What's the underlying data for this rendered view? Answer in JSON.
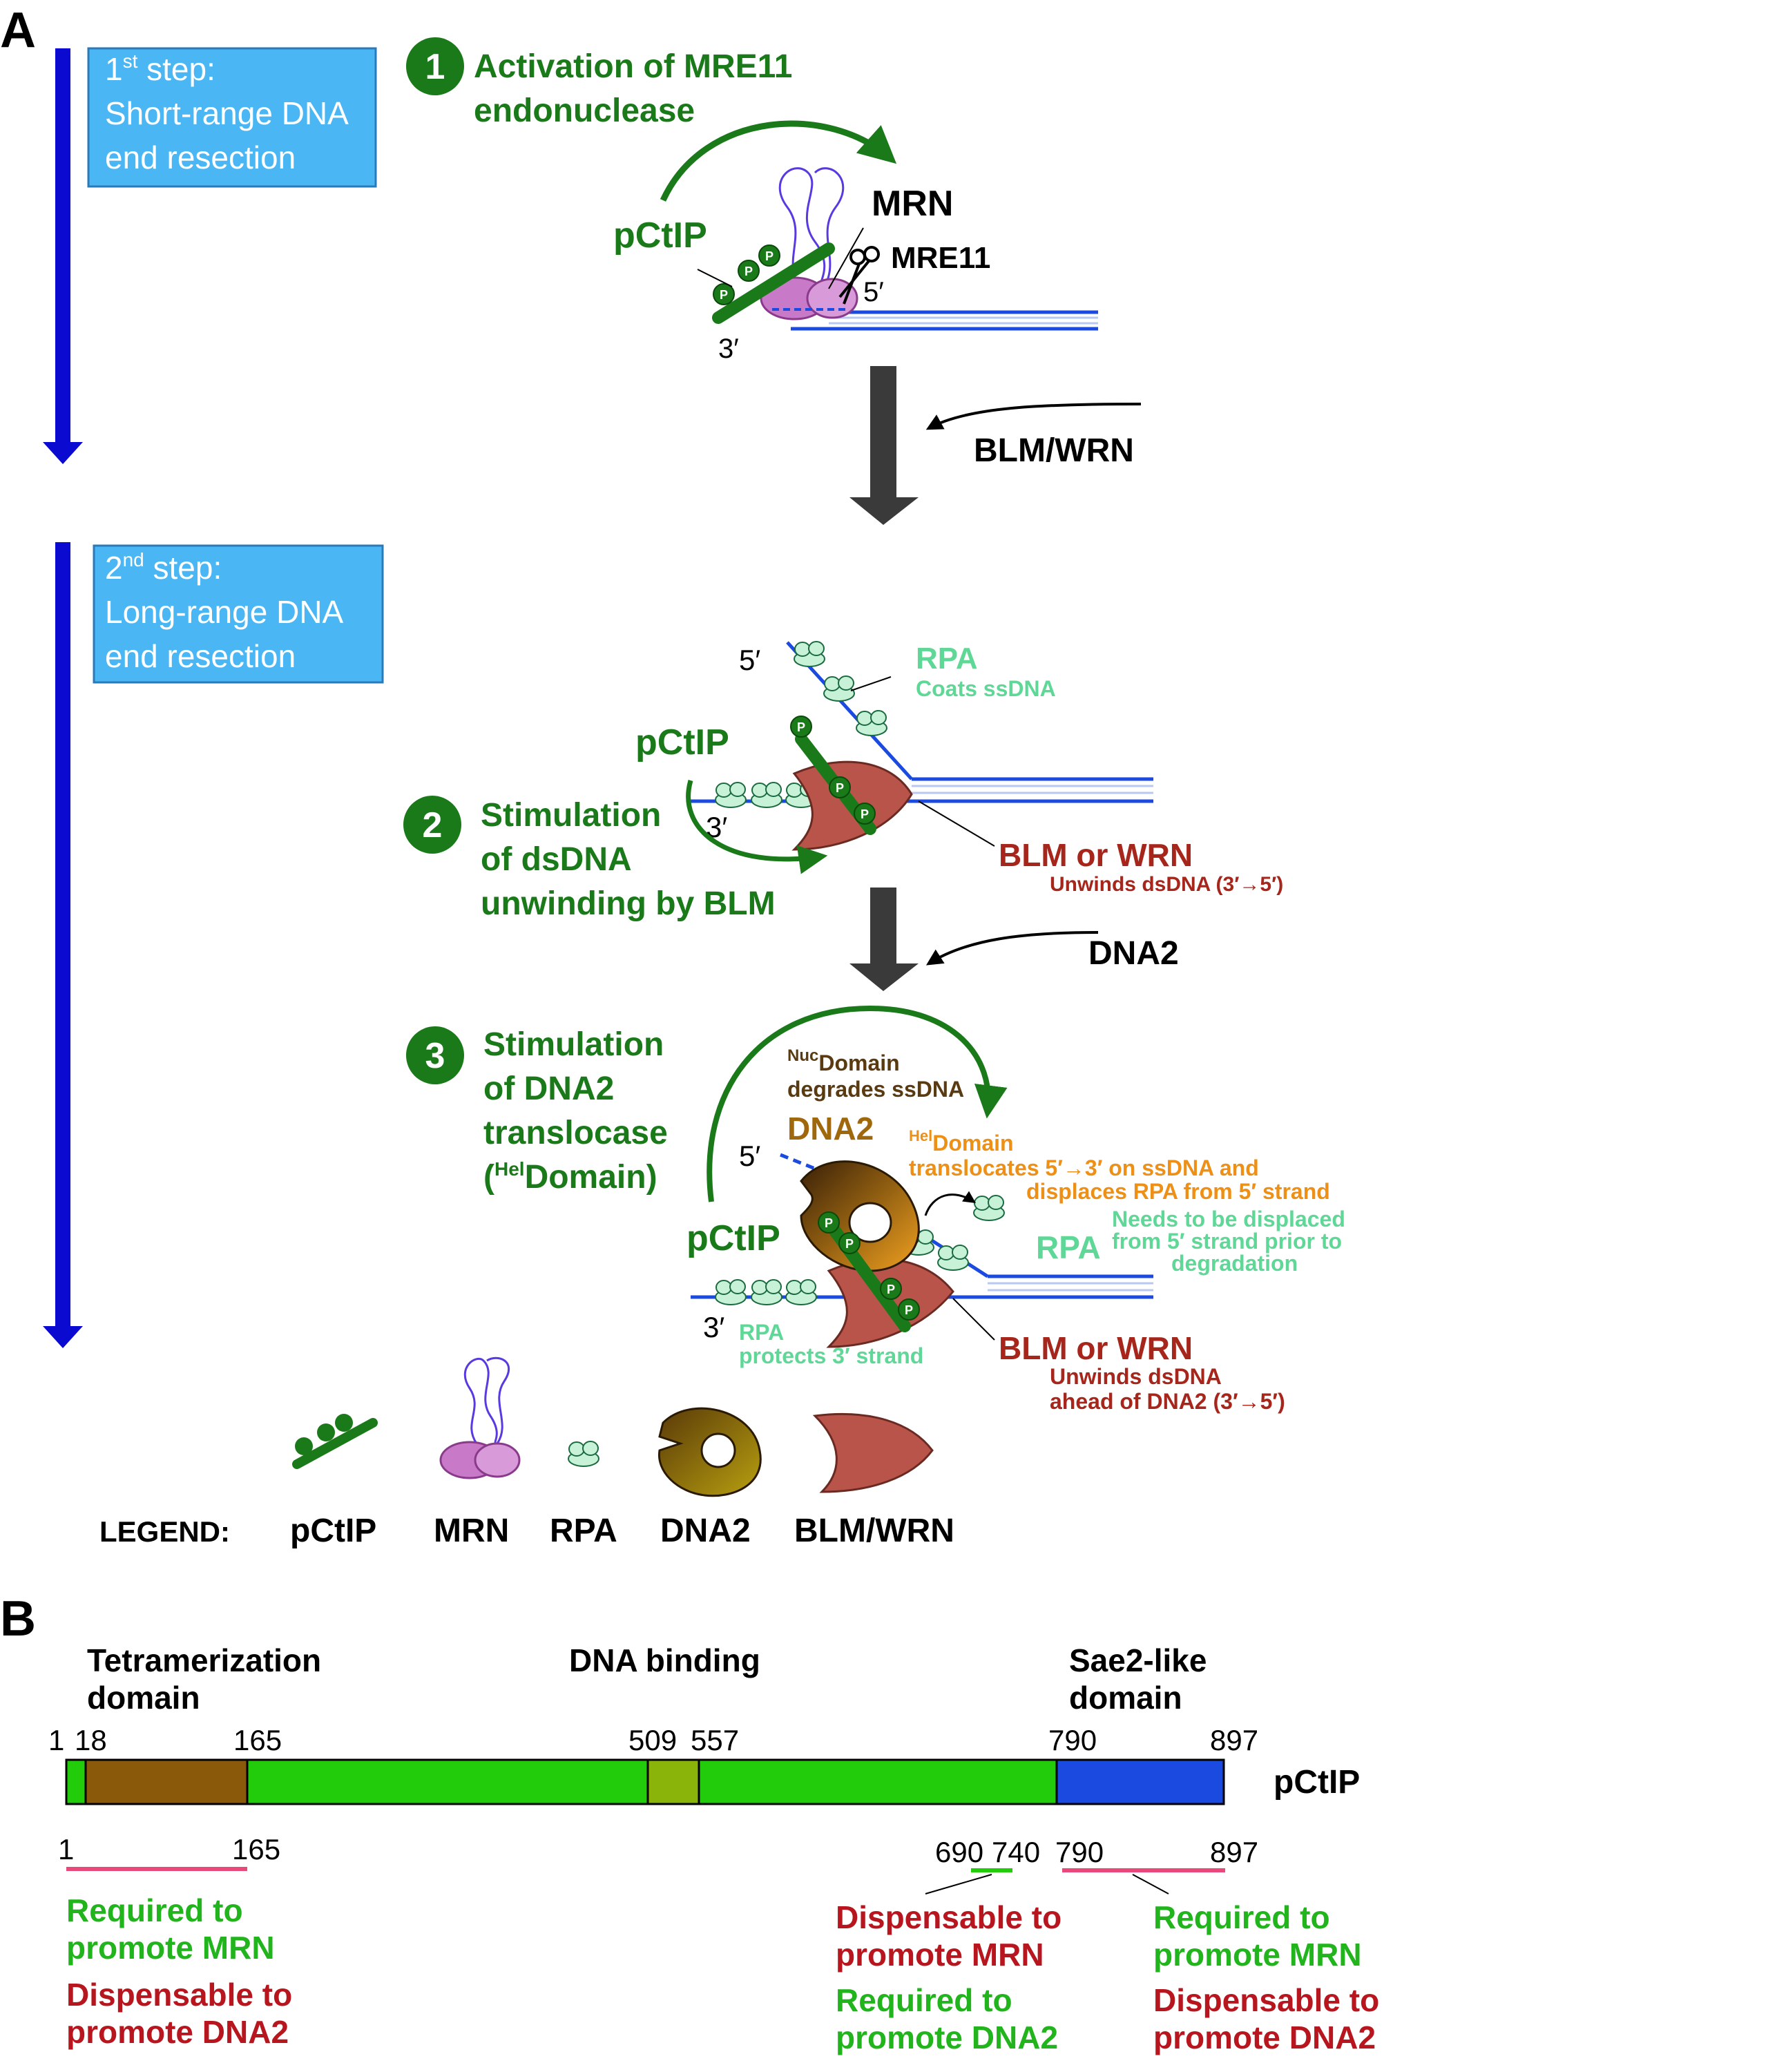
{
  "panelA": {
    "label": "A",
    "step1": {
      "sup": "st",
      "num": "1",
      "word": " step:",
      "line2": "Short-range DNA",
      "line3": "end resection"
    },
    "step2": {
      "sup": "nd",
      "num": "2",
      "word": " step:",
      "line2": "Long-range DNA",
      "line3": "end resection"
    },
    "event1": {
      "num": "1",
      "line1": "Activation of MRE11",
      "line2": "endonuclease"
    },
    "event2": {
      "num": "2",
      "line1": "Stimulation",
      "line2": "of dsDNA",
      "line3": "unwinding by BLM"
    },
    "event3": {
      "num": "3",
      "line1": "Stimulation",
      "line2": "of DNA2",
      "line3": "translocase",
      "line4_open": "(",
      "line4_sup": "Hel",
      "line4_rest": "Domain)"
    },
    "labels": {
      "mrn": "MRN",
      "mre11": "MRE11",
      "pctip": "pCtIP",
      "five": "5′",
      "three": "3′",
      "blmwrn": "BLM/WRN",
      "dna2_enzyme": "DNA2",
      "rpa": "RPA",
      "rpa_coats": "Coats ssDNA",
      "blm_or_wrn": "BLM or WRN",
      "unwinds": "Unwinds dsDNA  (3′→5′)",
      "dna2": "DNA2",
      "nuc_sup": "Nuc",
      "nuc_line1": "Domain",
      "nuc_line2": "degrades ssDNA",
      "hel_sup": "Hel",
      "hel_line1": "Domain",
      "hel_line2": "translocates 5′→3′ on ssDNA and",
      "hel_line3": "displaces RPA from 5′ strand",
      "rpa_need1": "Needs to be displaced",
      "rpa_need2": "from 5′ strand prior to",
      "rpa_need3": "degradation",
      "rpa_prot1": "RPA",
      "rpa_prot2": "protects 3′ strand",
      "unwinds2_line1": "Unwinds dsDNA",
      "unwinds2_line2": "ahead of DNA2 (3′→5′)",
      "p": "P"
    },
    "legend": {
      "title": "LEGEND:",
      "items": [
        "pCtIP",
        "MRN",
        "RPA",
        "DNA2",
        "BLM/WRN"
      ]
    }
  },
  "panelB": {
    "label": "B",
    "domain_tetra_1": "Tetramerization",
    "domain_tetra_2": "domain",
    "domain_dna": "DNA binding",
    "domain_sae_1": "Sae2-like",
    "domain_sae_2": "domain",
    "protein": "pCtIP",
    "positions": [
      "1",
      "18",
      "165",
      "509",
      "557",
      "790",
      "897"
    ],
    "region1": {
      "start": "1",
      "end": "165",
      "a": "Required to",
      "b": "promote MRN",
      "c": "Dispensable to",
      "d": "promote DNA2"
    },
    "region2": {
      "start": "690",
      "end": "740",
      "a": "Dispensable to",
      "b": "promote MRN",
      "c": "Required to",
      "d": "promote DNA2"
    },
    "region3": {
      "start": "790",
      "end": "897",
      "a": "Required to",
      "b": "promote MRN",
      "c": "Dispensable to",
      "d": "promote DNA2"
    },
    "colors": {
      "green": "#22cc0a",
      "brown": "#8a5a0a",
      "olive": "#8ab40a",
      "blue": "#1a4ae0",
      "pink": "#e8487a"
    }
  }
}
